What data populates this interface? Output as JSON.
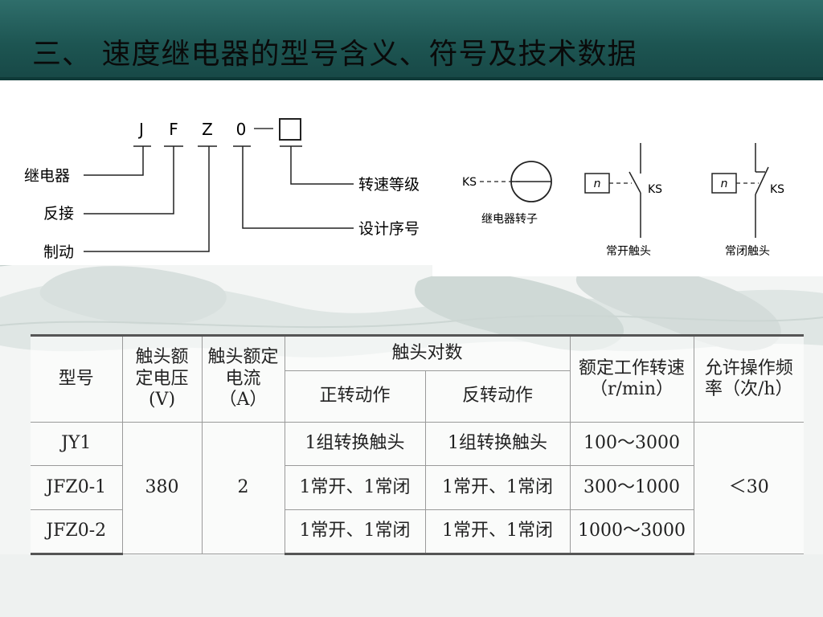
{
  "title": "三、 速度继电器的型号含义、符号及技术数据",
  "model_diagram": {
    "letters": [
      "J",
      "F",
      "Z",
      "0"
    ],
    "labels_left": [
      "继电器",
      "反接",
      "制动"
    ],
    "labels_right": [
      "转速等级",
      "设计序号"
    ]
  },
  "symbols": {
    "rotor_tag": "KS",
    "rotor_caption": "继电器转子",
    "no_contact_n": "n",
    "no_contact_tag": "KS",
    "no_contact_caption": "常开触头",
    "nc_contact_n": "n",
    "nc_contact_tag": "KS",
    "nc_contact_caption": "常闭触头"
  },
  "table": {
    "headers": {
      "model": "型号",
      "voltage": "触头额定电压(V)",
      "current": "触头额定电流（A）",
      "pairs": "触头对数",
      "forward": "正转动作",
      "reverse": "反转动作",
      "speed": "额定工作转速（r/min）",
      "freq": "允许操作频率（次/h）"
    },
    "rows": [
      {
        "model": "JY1",
        "forward": "1组转换触头",
        "reverse": "1组转换触头",
        "speed": "100～3000"
      },
      {
        "model": "JFZ0-1",
        "forward": "1常开、1常闭",
        "reverse": "1常开、1常闭",
        "speed": "300～1000"
      },
      {
        "model": "JFZ0-2",
        "forward": "1常开、1常闭",
        "reverse": "1常开、1常闭",
        "speed": "1000～3000"
      }
    ],
    "voltage_value": "380",
    "current_value": "2",
    "freq_value": "＜30"
  },
  "colors": {
    "header": "#1d5552",
    "table_border": "#555555"
  }
}
